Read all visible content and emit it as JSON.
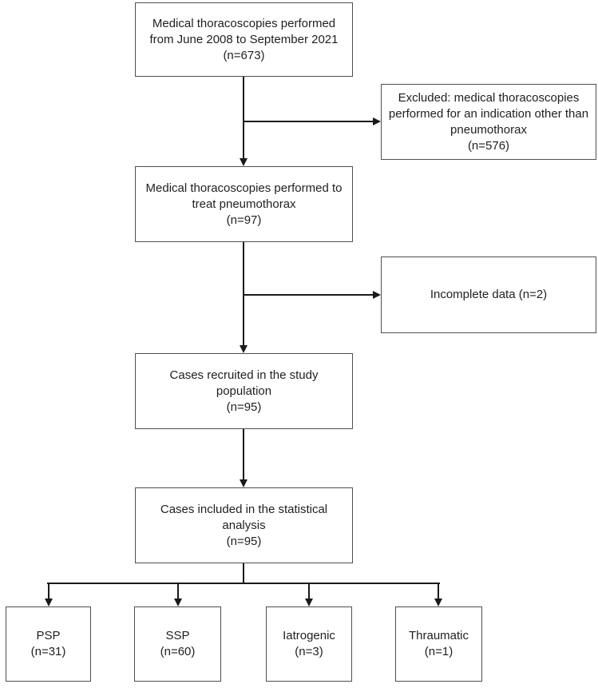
{
  "diagram": {
    "type": "study-flowchart",
    "boxes": {
      "total": {
        "text": "Medical thoracoscopies performed\nfrom June 2008 to September 2021\n(n=673)",
        "n": 673
      },
      "excluded": {
        "text": "Excluded: medical thoracoscopies\nperformed for an indication other than\npneumothorax\n(n=576)",
        "n": 576
      },
      "pneumothorax": {
        "text": "Medical thoracoscopies performed to\ntreat pneumothorax\n(n=97)",
        "n": 97
      },
      "incomplete": {
        "text": "Incomplete data (n=2)",
        "n": 2
      },
      "recruited": {
        "text": "Cases recruited in the study\npopulation\n(n=95)",
        "n": 95
      },
      "statistical": {
        "text": "Cases included in the statistical\nanalysis\n(n=95)",
        "n": 95
      },
      "psp": {
        "text": "PSP\n(n=31)",
        "n": 31
      },
      "ssp": {
        "text": "SSP\n(n=60)",
        "n": 60
      },
      "iatrogenic": {
        "text": "Iatrogenic\n(n=3)",
        "n": 3
      },
      "thraumatic": {
        "text": "Thraumatic\n(n=1)",
        "n": 1
      }
    },
    "colors": {
      "background": "#ffffff",
      "box_border": "#4f4f4f",
      "line": "#1a1a1a",
      "text": "#1f1f1f"
    }
  }
}
